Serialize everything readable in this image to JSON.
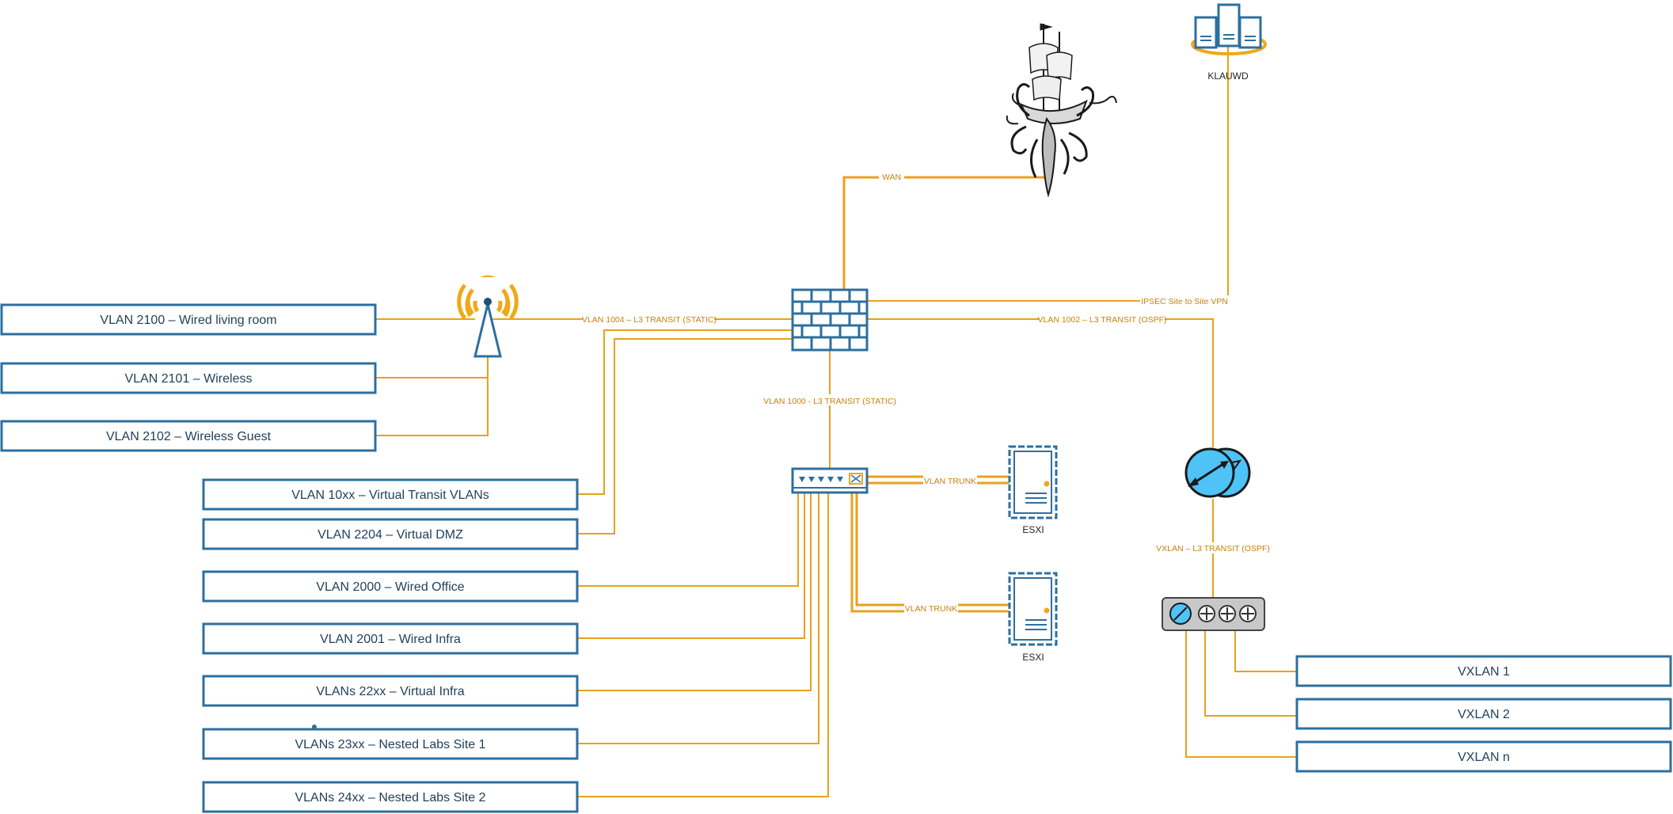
{
  "colors": {
    "link": "#e8a11e",
    "box_border": "#2d6f9f",
    "device_blue": "#2d6f9f",
    "vxlan_disc": "#4fc3f7"
  },
  "left_vlans": [
    {
      "label": "VLAN 2100 – Wired living room"
    },
    {
      "label": "VLAN 2101 – Wireless"
    },
    {
      "label": "VLAN 2102 – Wireless Guest"
    }
  ],
  "mid_vlans": [
    {
      "label": "VLAN 10xx – Virtual Transit VLANs"
    },
    {
      "label": "VLAN 2204 – Virtual DMZ"
    },
    {
      "label": "VLAN 2000 – Wired Office"
    },
    {
      "label": "VLAN 2001 – Wired Infra"
    },
    {
      "label": "VLANs 22xx – Virtual Infra"
    },
    {
      "label": "VLANs 23xx – Nested Labs Site 1"
    },
    {
      "label": "VLANs 24xx – Nested Labs Site 2"
    }
  ],
  "vxlans": [
    {
      "label": "VXLAN 1"
    },
    {
      "label": "VXLAN 2"
    },
    {
      "label": "VXLAN n"
    }
  ],
  "nodes": {
    "cloud": "KLAUWD",
    "esxi_top": "ESXI",
    "esxi_bottom": "ESXI"
  },
  "link_labels": {
    "wan": "WAN",
    "ipsec": "IPSEC Site to Site VPN",
    "vlan1004": "VLAN 1004 – L3 TRANSIT (STATIC)",
    "vlan1002": "VLAN 1002 – L3 TRANSIT (OSPF)",
    "vlan1000": "VLAN 1000 - L3 TRANSIT (STATIC)",
    "trunk_top": "VLAN TRUNK",
    "trunk_bottom": "VLAN TRUNK",
    "vxlan_transit": "VXLAN – L3 TRANSIT (OSPF)"
  }
}
